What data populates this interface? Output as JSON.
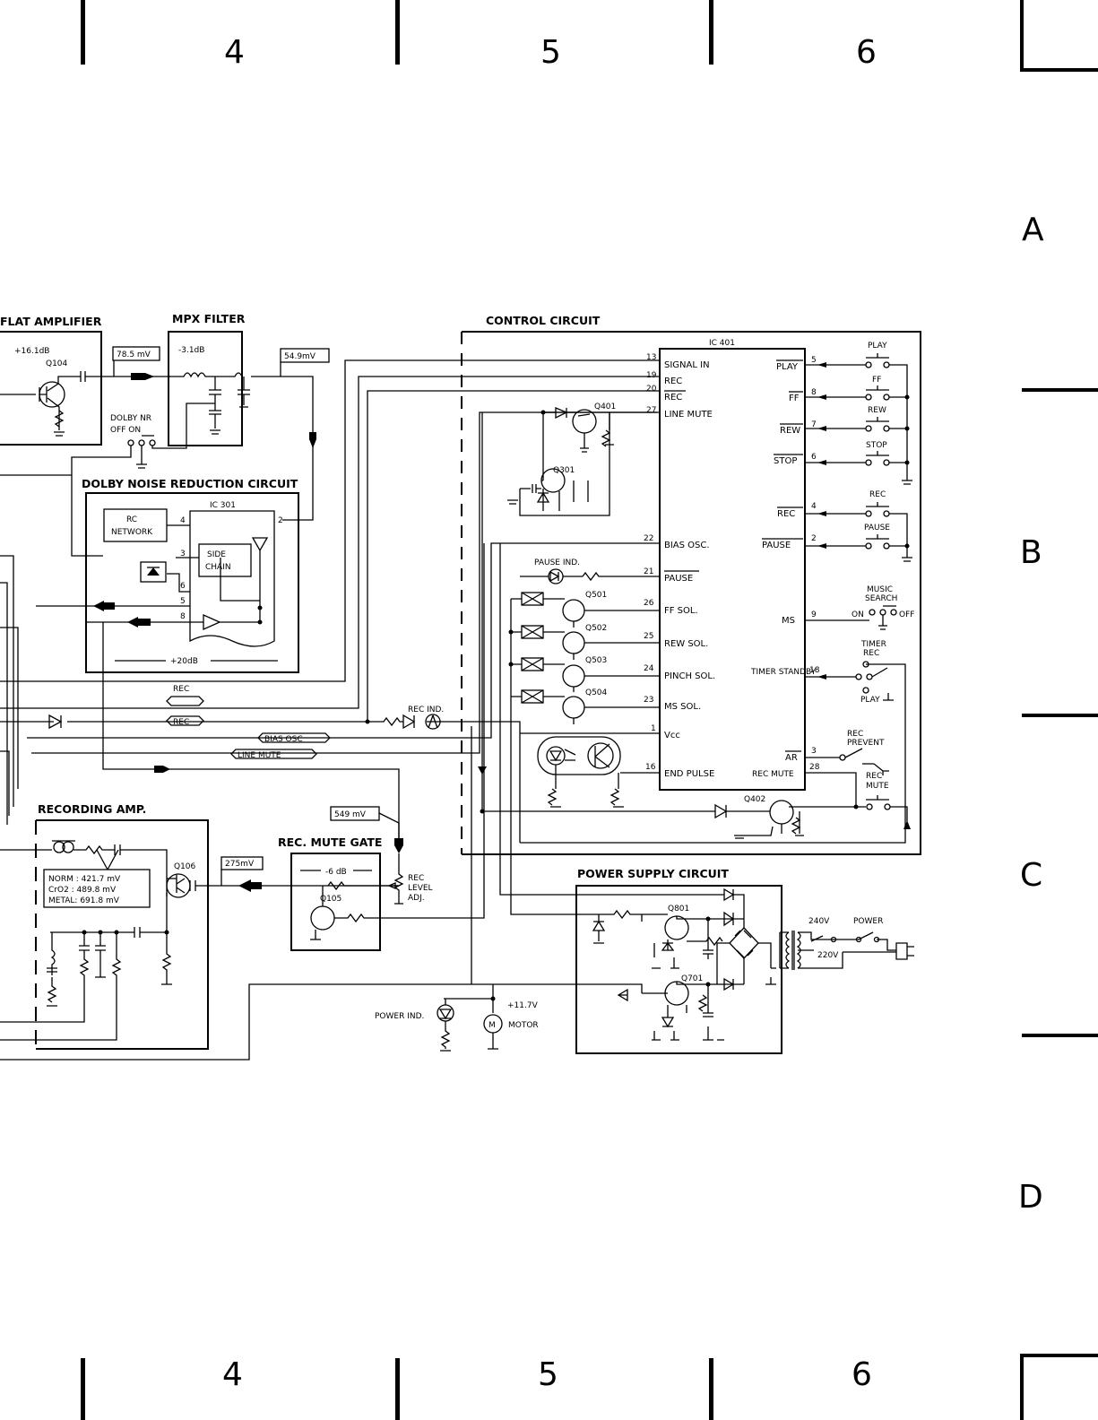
{
  "grid": {
    "columns": [
      "4",
      "5",
      "6"
    ],
    "rows": [
      "A",
      "B",
      "C",
      "D"
    ]
  },
  "sections": {
    "flat_amp": "FLAT AMPLIFIER",
    "mpx_filter": "MPX FILTER",
    "control": "CONTROL CIRCUIT",
    "dolby": "DOLBY NOISE REDUCTION CIRCUIT",
    "rec_amp": "RECORDING AMP.",
    "mute_gate": "REC. MUTE GATE",
    "power": "POWER SUPPLY CIRCUIT"
  },
  "levels": {
    "flat_gain": "+16.1dB",
    "v785": "78.5 mV",
    "mpx_gain": "-3.1dB",
    "v549a": "54.9mV",
    "dolby_gain": "+20dB",
    "v549b": "549 mV",
    "v275": "275mV",
    "mute_gain": "-6 dB",
    "norm": "NORM : 421.7 mV",
    "cro2": "CrO2 : 489.8 mV",
    "metal": "METAL: 691.8 mV",
    "v117": "+11.7V"
  },
  "components": {
    "q104": "Q104",
    "q401": "Q401",
    "q301": "Q301",
    "q501": "Q501",
    "q502": "Q502",
    "q503": "Q503",
    "q504": "Q504",
    "q402": "Q402",
    "q106": "Q106",
    "q105": "Q105",
    "q801": "Q801",
    "q701": "Q701",
    "ic401": "IC 401",
    "ic301": "IC 301",
    "rc1": "RC",
    "rc2": "NETWORK",
    "side1": "SIDE",
    "side2": "CHAIN",
    "dnr1": "DOLBY NR",
    "dnr2": "OFF     ON",
    "pause_ind": "PAUSE IND.",
    "rec_ind": "REC IND.",
    "power_ind": "POWER IND.",
    "motor": "MOTOR",
    "m": "M",
    "rec_level1": "REC",
    "rec_level2": "LEVEL",
    "rec_level3": "ADJ.",
    "v240": "240V",
    "v220": "220V",
    "power_sw": "POWER"
  },
  "ic401_left": [
    {
      "pin": "13",
      "name": "SIGNAL IN"
    },
    {
      "pin": "19",
      "name": "REC"
    },
    {
      "pin": "20",
      "name": "REC"
    },
    {
      "pin": "27",
      "name": "LINE MUTE"
    },
    {
      "pin": "22",
      "name": "BIAS OSC."
    },
    {
      "pin": "21",
      "name": "PAUSE"
    },
    {
      "pin": "26",
      "name": "FF SOL."
    },
    {
      "pin": "25",
      "name": "REW SOL."
    },
    {
      "pin": "24",
      "name": "PINCH SOL."
    },
    {
      "pin": "23",
      "name": "MS SOL."
    },
    {
      "pin": "1",
      "name": "Vcc"
    },
    {
      "pin": "16",
      "name": "END PULSE"
    }
  ],
  "ic401_right": [
    {
      "pin": "5",
      "name": "PLAY"
    },
    {
      "pin": "8",
      "name": "FF"
    },
    {
      "pin": "7",
      "name": "REW"
    },
    {
      "pin": "6",
      "name": "STOP"
    },
    {
      "pin": "4",
      "name": "REC"
    },
    {
      "pin": "2",
      "name": "PAUSE"
    },
    {
      "pin": "9",
      "name": "MS"
    },
    {
      "pin": "18",
      "name": "TIMER STANDBY"
    },
    {
      "pin": "3",
      "name": "AR"
    },
    {
      "pin": "28",
      "name": "REC MUTE"
    }
  ],
  "switches": {
    "play": "PLAY",
    "ff": "FF",
    "rew": "REW",
    "stop": "STOP",
    "rec": "REC",
    "pause": "PAUSE",
    "ms1": "MUSIC",
    "ms2": "SEARCH",
    "on": "ON",
    "off": "OFF",
    "timer1": "TIMER",
    "timer2": "REC",
    "timer_play": "PLAY",
    "prev1": "REC",
    "prev2": "PREVENT",
    "mute1": "REC",
    "mute2": "MUTE"
  },
  "ic301_pins": [
    "4",
    "3",
    "6",
    "5",
    "8",
    "2"
  ],
  "buses": {
    "rec1": "REC",
    "rec2": "REC",
    "bias": "BIAS OSC",
    "line_mute": "LINE  MUTE"
  }
}
